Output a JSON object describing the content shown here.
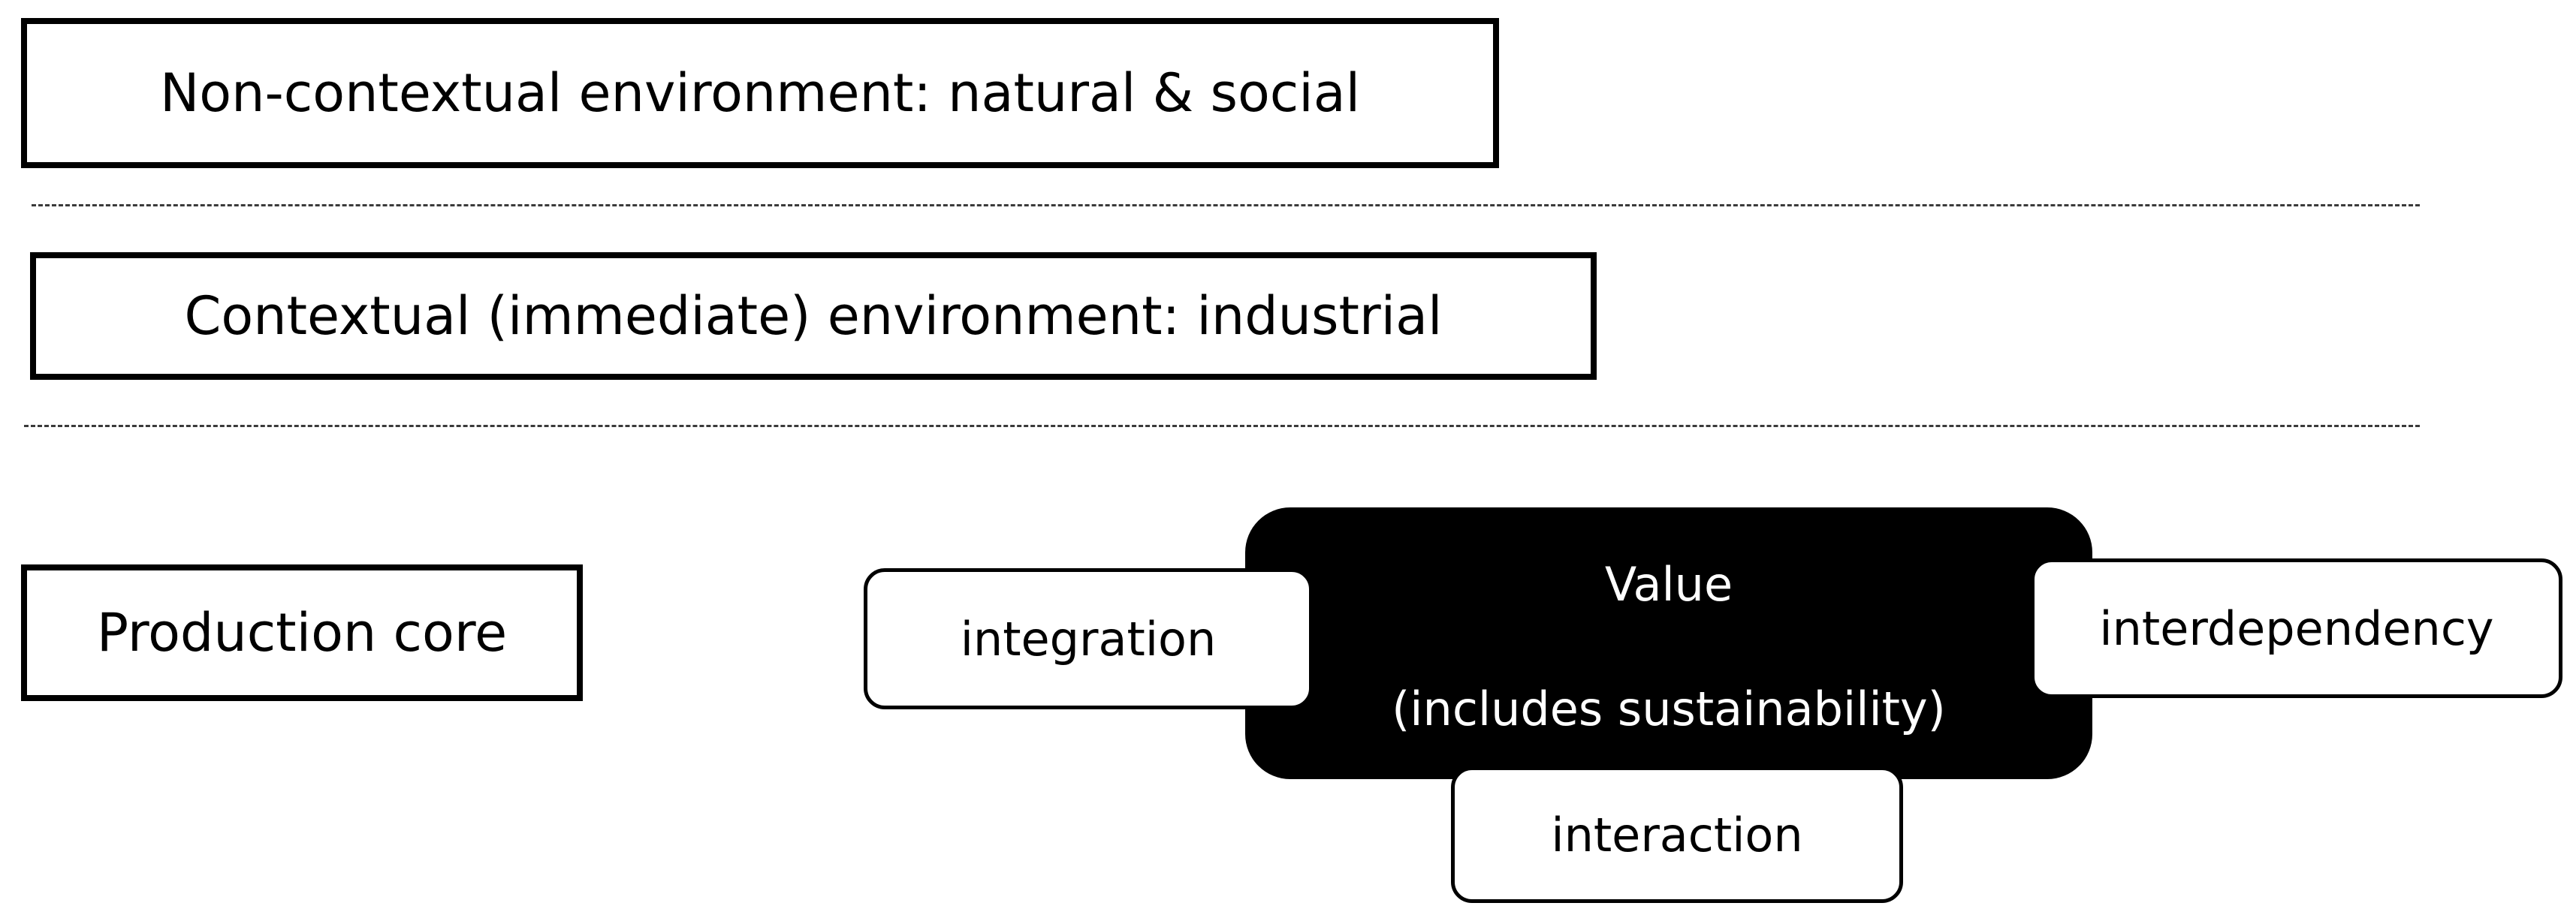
{
  "layers": {
    "non_contextual": "Non-contextual environment: natural & social",
    "contextual": "Contextual (immediate) environment: industrial",
    "production_core": "Production core"
  },
  "value_cluster": {
    "center_title": "Value",
    "center_subtitle": "(includes sustainability)",
    "integration": "integration",
    "interdependency": "interdependency",
    "interaction": "interaction"
  },
  "colors": {
    "box_border": "#000000",
    "value_fill": "#000000",
    "value_text": "#ffffff",
    "dashed_line": "#3a3a3a"
  }
}
